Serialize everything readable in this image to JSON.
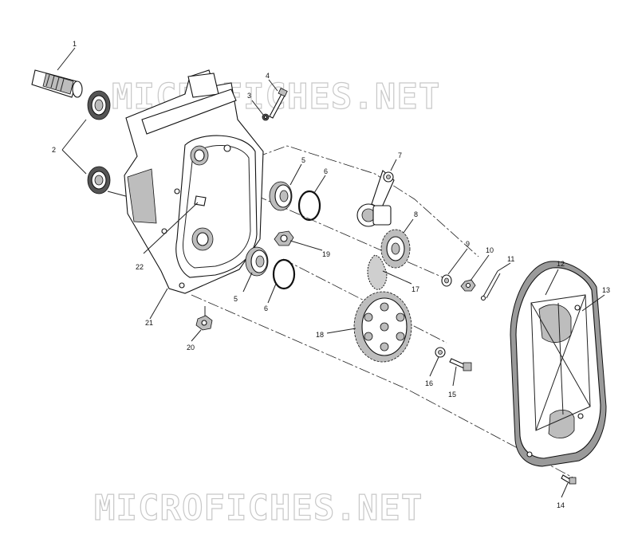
{
  "watermark": {
    "text": "MICROFICHES.NET"
  },
  "callouts": {
    "p1": "1",
    "p2": "2",
    "p3": "3",
    "p4": "4",
    "p5a": "5",
    "p5b": "5",
    "p6a": "6",
    "p6b": "6",
    "p7": "7",
    "p8": "8",
    "p9": "9",
    "p10": "10",
    "p11": "11",
    "p12": "12",
    "p13": "13",
    "p14": "14",
    "p15": "15",
    "p16": "16",
    "p17": "17",
    "p18": "18",
    "p19": "19",
    "p20": "20",
    "p21": "21",
    "p22": "22"
  }
}
